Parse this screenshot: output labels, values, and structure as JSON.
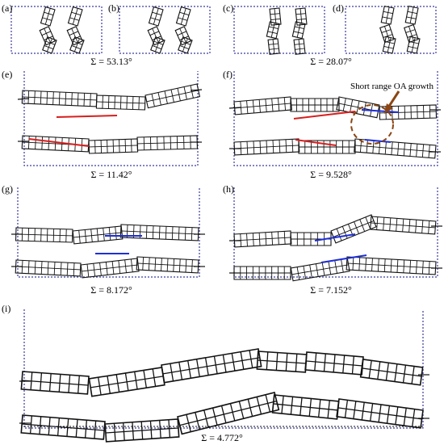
{
  "panels": {
    "a": {
      "label": "(a)"
    },
    "b": {
      "label": "(b)"
    },
    "c": {
      "label": "(c)"
    },
    "d": {
      "label": "(d)"
    },
    "e": {
      "label": "(e)"
    },
    "f": {
      "label": "(f)"
    },
    "g": {
      "label": "(g)"
    },
    "h": {
      "label": "(h)"
    },
    "i": {
      "label": "(i)"
    }
  },
  "sigma": {
    "ab": "Σ = 53.13°",
    "cd": "Σ = 28.07°",
    "e": "Σ = 11.42°",
    "f": "Σ = 9.528°",
    "g": "Σ = 8.172°",
    "h": "Σ = 7.152°",
    "i": "Σ = 4.772°"
  },
  "annotation": {
    "text": "Short range OA growth"
  },
  "colors": {
    "frame": "#3a3aa0",
    "lattice": "#111111",
    "red": "#d81e1e",
    "blue": "#1e2fd8",
    "ellipse": "#8b4513",
    "arrow": "#8b4513"
  }
}
